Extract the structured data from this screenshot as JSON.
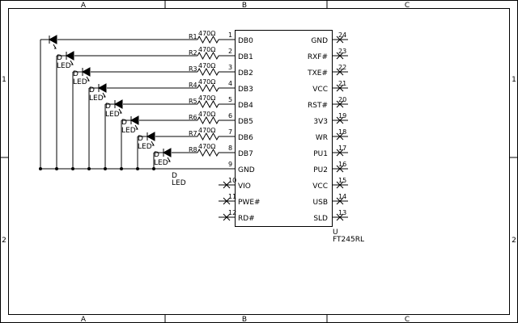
{
  "frame": {
    "columns": [
      "A",
      "B",
      "C"
    ],
    "rows": [
      "1",
      "2"
    ]
  },
  "chip": {
    "ref": "U",
    "part": "FT245RL",
    "left_pins": [
      {
        "num": "1",
        "name": "DB0"
      },
      {
        "num": "2",
        "name": "DB1"
      },
      {
        "num": "3",
        "name": "DB2"
      },
      {
        "num": "4",
        "name": "DB3"
      },
      {
        "num": "5",
        "name": "DB4"
      },
      {
        "num": "6",
        "name": "DB5"
      },
      {
        "num": "7",
        "name": "DB6"
      },
      {
        "num": "8",
        "name": "DB7"
      },
      {
        "num": "9",
        "name": "GND"
      },
      {
        "num": "10",
        "name": "VIO"
      },
      {
        "num": "11",
        "name": "PWE#"
      },
      {
        "num": "12",
        "name": "RD#"
      }
    ],
    "right_pins": [
      {
        "num": "24",
        "name": "GND"
      },
      {
        "num": "23",
        "name": "RXF#"
      },
      {
        "num": "22",
        "name": "TXE#"
      },
      {
        "num": "21",
        "name": "VCC"
      },
      {
        "num": "20",
        "name": "RST#"
      },
      {
        "num": "19",
        "name": "3V3"
      },
      {
        "num": "18",
        "name": "WR"
      },
      {
        "num": "17",
        "name": "PU1"
      },
      {
        "num": "16",
        "name": "PU2"
      },
      {
        "num": "15",
        "name": "VCC"
      },
      {
        "num": "14",
        "name": "USB"
      },
      {
        "num": "13",
        "name": "SLD"
      }
    ]
  },
  "resistors": [
    {
      "ref": "R1",
      "value": "470Ω"
    },
    {
      "ref": "R2",
      "value": "470Ω"
    },
    {
      "ref": "R3",
      "value": "470Ω"
    },
    {
      "ref": "R4",
      "value": "470Ω"
    },
    {
      "ref": "R5",
      "value": "470Ω"
    },
    {
      "ref": "R6",
      "value": "470Ω"
    },
    {
      "ref": "R7",
      "value": "470Ω"
    },
    {
      "ref": "R8",
      "value": "470Ω"
    }
  ],
  "leds": [
    {
      "ref": "D",
      "value": "LED"
    },
    {
      "ref": "D",
      "value": "LED"
    },
    {
      "ref": "D",
      "value": "LED"
    },
    {
      "ref": "D",
      "value": "LED"
    },
    {
      "ref": "D",
      "value": "LED"
    },
    {
      "ref": "D",
      "value": "LED"
    },
    {
      "ref": "D",
      "value": "LED"
    },
    {
      "ref": "D",
      "value": "LED"
    }
  ],
  "pin_labels_visible": {
    "r1_pin": "1",
    "r2_pin": "2",
    "r3_pin": "3",
    "r4_pin": "4",
    "r5_pin": "5",
    "r6_pin": "6",
    "r7_pin": "7",
    "r8_pin": "8"
  }
}
